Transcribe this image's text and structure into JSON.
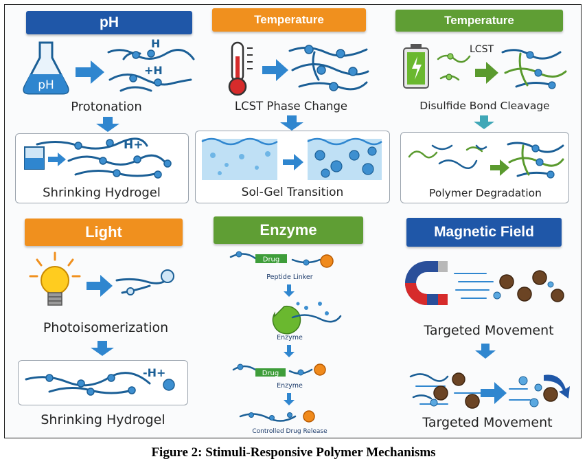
{
  "columns": {
    "ph": {
      "header": "pH",
      "header_color": "#1f57a8",
      "flask_text": "pH",
      "ion1": "H",
      "ion2": "+H",
      "label": "Protonation",
      "box_ion": "H+",
      "box_label": "Shrinking Hydrogel"
    },
    "temp": {
      "header": "Temperature",
      "header_color": "#f0901e",
      "label": "LCST Phase Change",
      "box_label": "Sol-Gel Transition"
    },
    "redox": {
      "header": "Temperature",
      "header_color": "#5f9e34",
      "lcst": "LCST",
      "label": "Disulfide Bond Cleavage",
      "box_label": "Polymer Degradation"
    },
    "light": {
      "header": "Light",
      "header_color": "#f0901e",
      "label": "Photoisomerization",
      "box_ion": "-H+",
      "box_label": "Shrinking Hydrogel"
    },
    "enzyme": {
      "header": "Enzyme",
      "header_color": "#5f9e34",
      "drug1": "Drug",
      "linker": "Peptide Linker",
      "enzyme1": "Enzyme",
      "drug2": "Drug",
      "enzyme2": "Enzyme",
      "release": "Controlled Drug Release"
    },
    "magnetic": {
      "header": "Magnetic Field",
      "header_color": "#1f57a8",
      "label1": "Targeted Movement",
      "label2": "Targeted Movement"
    }
  },
  "caption": "Figure 2: Stimuli-Responsive Polymer Mechanisms",
  "colors": {
    "chain": "#1b5f96",
    "bead": "#3d8fd0",
    "arrow": "#2f86cf",
    "green_chain": "#5a9a2e",
    "drug_bar": "#3e9d3a",
    "particle": "#5a3a1f"
  }
}
